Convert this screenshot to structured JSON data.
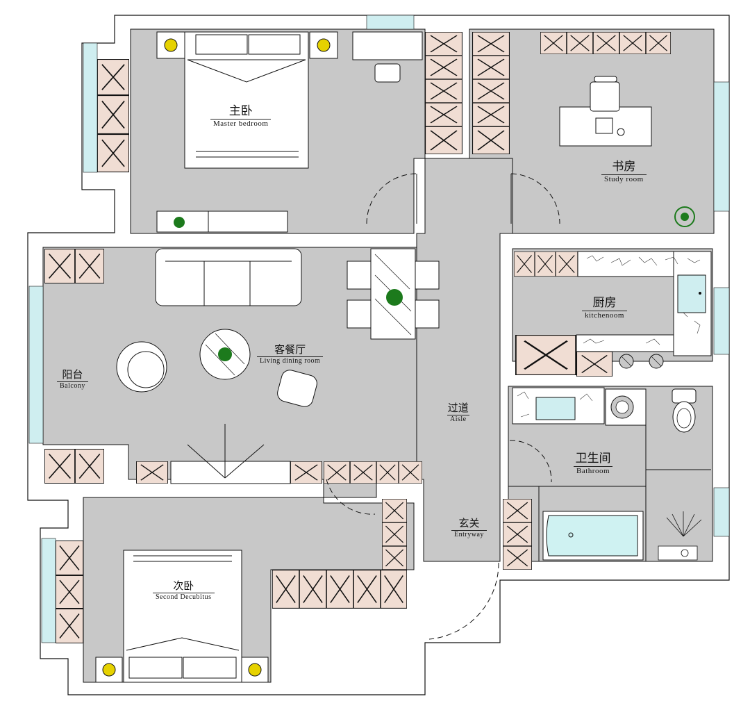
{
  "rooms": {
    "master_bedroom": {
      "cn": "主卧",
      "en": "Master bedroom"
    },
    "study_room": {
      "cn": "书房",
      "en": "Study room"
    },
    "kitchen": {
      "cn": "厨房",
      "en": "kitchenoom"
    },
    "living_dining": {
      "cn": "客餐厅",
      "en": "Living dining room"
    },
    "balcony": {
      "cn": "阳台",
      "en": "Balcony"
    },
    "aisle": {
      "cn": "过道",
      "en": "Aisle"
    },
    "bathroom": {
      "cn": "卫生间",
      "en": "Bathroom"
    },
    "entryway": {
      "cn": "玄关",
      "en": "Entryway"
    },
    "second_bedroom": {
      "cn": "次卧",
      "en": "Second Decubitus"
    }
  },
  "colors": {
    "floor": "#c8c8c8",
    "wall": "#ffffff",
    "outline": "#111111",
    "cabinet": "#f0ddd3",
    "glass": "#cfeef0",
    "tub": "#cff2f2",
    "plant": "#1c7a1c",
    "lamp": "#e6d200"
  }
}
